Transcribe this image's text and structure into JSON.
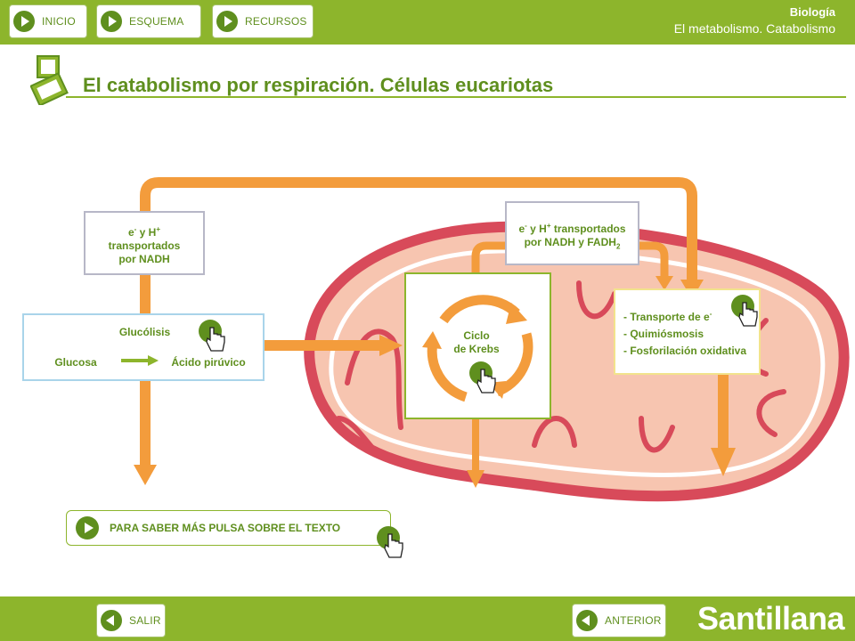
{
  "header": {
    "nav": [
      "INICIO",
      "ESQUEMA",
      "RECURSOS"
    ],
    "subject": "Biología",
    "topic": "El metabolismo. Catabolismo"
  },
  "page_title": "El catabolismo por respiración. Células eucariotas",
  "diagram": {
    "nadh_box": {
      "line1": "e",
      "line1_sup": "-",
      "line1_mid": " y H",
      "line1_sup2": "+",
      "line2": "transportados",
      "line3": "por NADH"
    },
    "nadh_fadh_box": {
      "line1": "e",
      "line1_sup": "-",
      "line1_mid": " y H",
      "line1_sup2": "+",
      "line1_end": " transportados",
      "line2": "por NADH y FADH",
      "line2_sub": "2"
    },
    "glycolysis": {
      "title": "Glucólisis",
      "from": "Glucosa",
      "to": "Ácido pirúvico"
    },
    "krebs": {
      "line1": "Ciclo",
      "line2": "de Krebs"
    },
    "chain": [
      "- Transporte de e",
      "- Quimiósmosis",
      "- Fosforilación oxidativa"
    ],
    "chain_sup": "-"
  },
  "more_info": "PARA SABER MÁS PULSA SOBRE EL TEXTO",
  "footer": {
    "exit": "SALIR",
    "prev": "ANTERIOR",
    "brand": "Santillana"
  },
  "colors": {
    "bar": "#8db52c",
    "text_green": "#5f8f1e",
    "arrow_orange": "#f39c3c",
    "mito_red": "#d84a5a",
    "mito_fill": "#f7c5b0"
  }
}
